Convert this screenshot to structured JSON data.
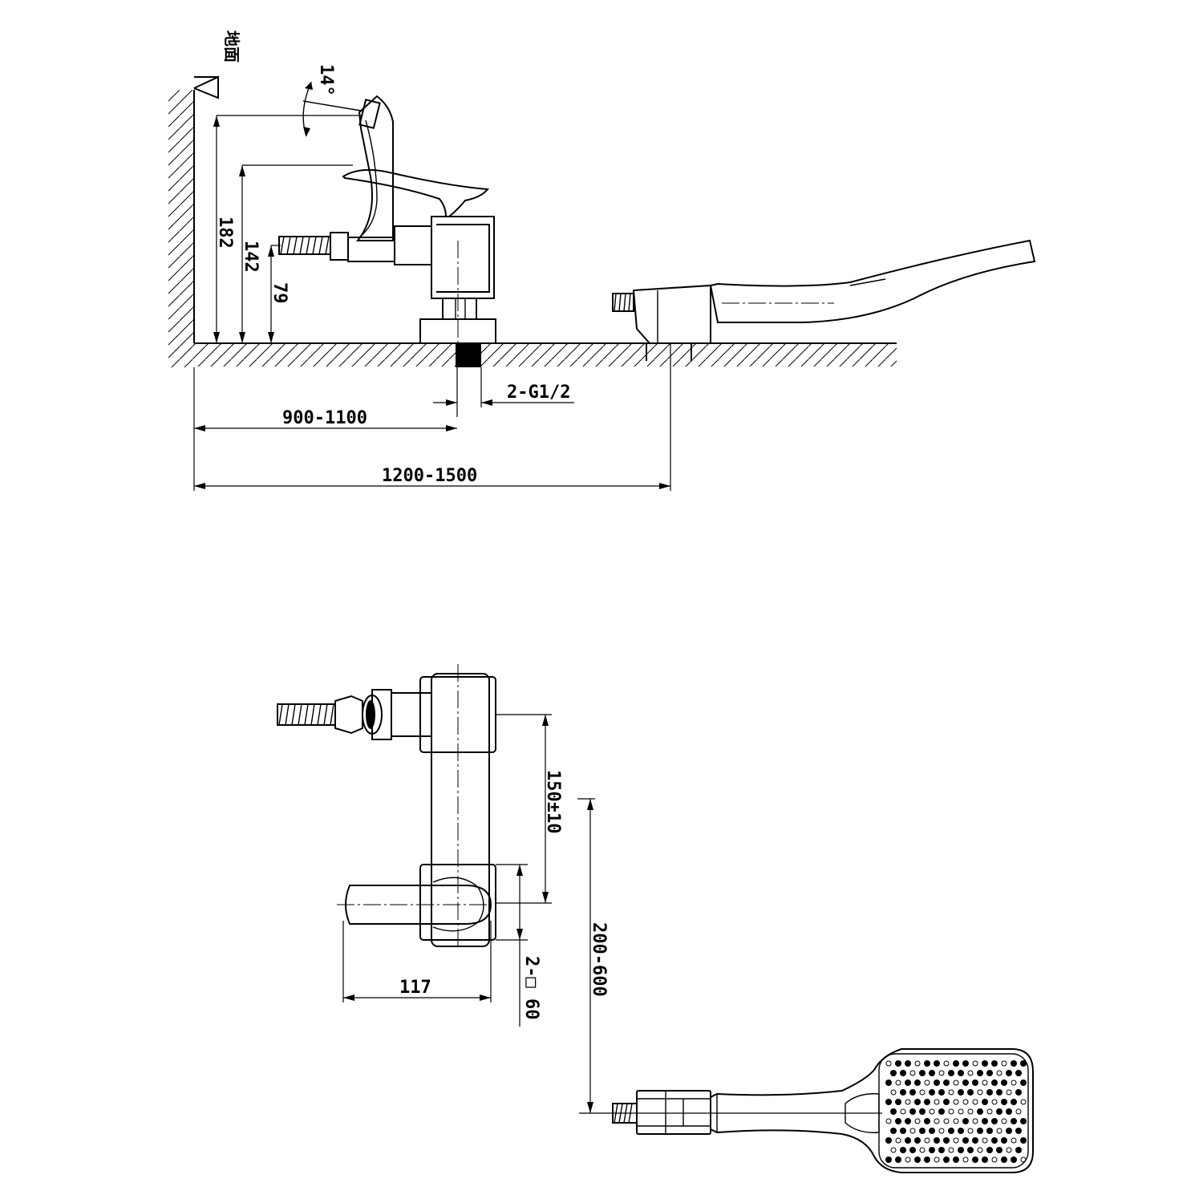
{
  "side_view": {
    "ground_label": "地面",
    "angle_label": "14°",
    "height_182": "182",
    "height_142": "142",
    "height_79": "79",
    "thread_label": "2-G1/2",
    "distance_900_1100": "900-1100",
    "distance_1200_1500": "1200-1500"
  },
  "top_view": {
    "spacing_150": "150±10",
    "range_200_600": "200-600",
    "width_117": "117",
    "square_label": "2-□ 60"
  }
}
